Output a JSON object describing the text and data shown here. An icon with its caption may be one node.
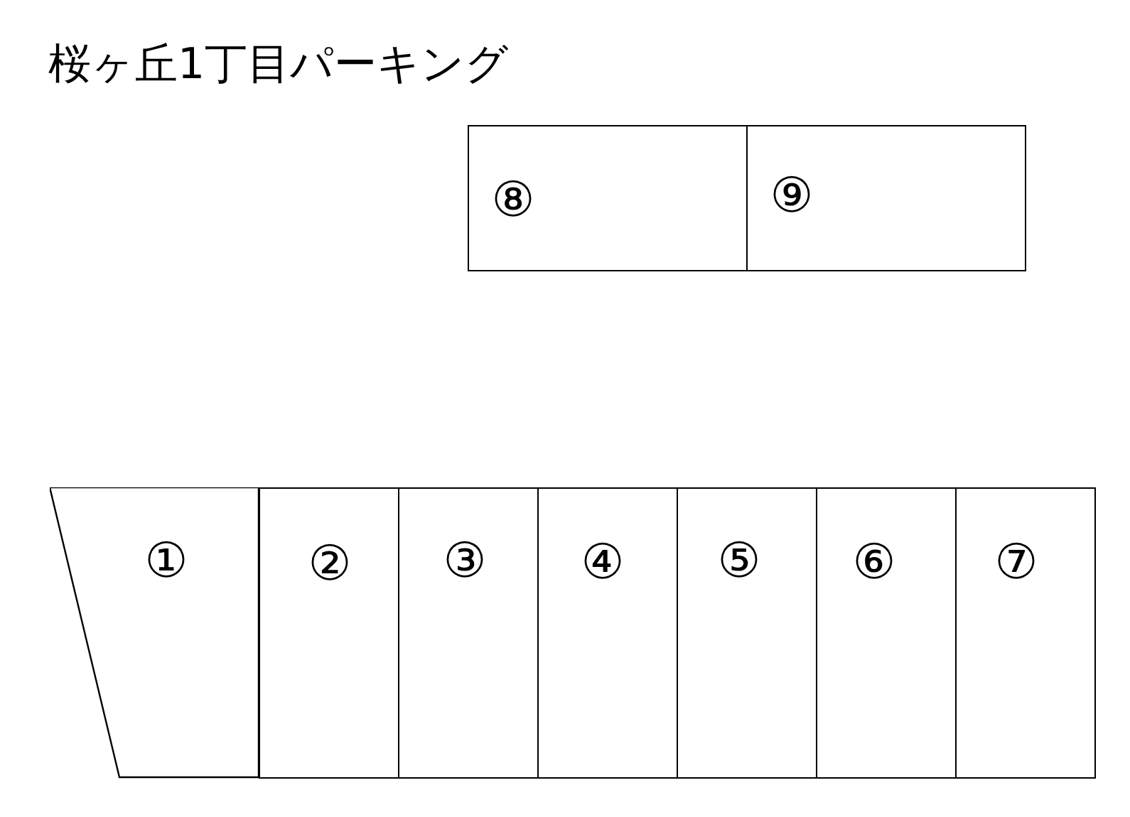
{
  "diagram": {
    "title": "桜ヶ丘1丁目パーキング",
    "nodes": [
      {
        "text": [
          "⑧"
        ]
      },
      {
        "text": [
          "⑨"
        ]
      },
      {
        "text": [
          "①"
        ]
      },
      {
        "text": [
          "②"
        ]
      },
      {
        "text": [
          "③"
        ]
      },
      {
        "text": [
          "④"
        ]
      },
      {
        "text": [
          "⑤"
        ]
      },
      {
        "text": [
          "⑥"
        ]
      },
      {
        "text": [
          "⑦"
        ]
      }
    ]
  }
}
